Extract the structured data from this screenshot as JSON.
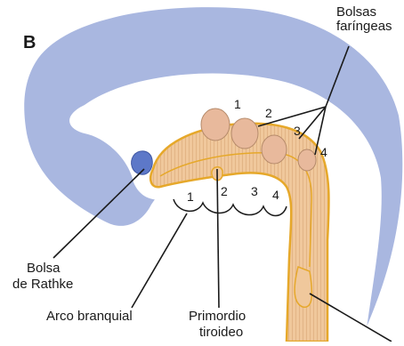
{
  "diagram": {
    "panel_letter": "B",
    "labels": {
      "pharyngeal_pouches_line1": "Bolsas",
      "pharyngeal_pouches_line2": "faríngeas",
      "rathke_line1": "Bolsa",
      "rathke_line2": "de Rathke",
      "branchial_arch": "Arco branquial",
      "thyroid_line1": "Primordio",
      "thyroid_line2": "tiroideo"
    },
    "pouch_numbers": [
      "1",
      "2",
      "3",
      "4"
    ],
    "arch_numbers": [
      "1",
      "2",
      "3",
      "4"
    ]
  },
  "colors": {
    "embryo_body": "#a9b7e0",
    "embryo_light": "#e8ecf7",
    "cavity": "#ffffff",
    "gut_fill": "#f0c89c",
    "gut_outline": "#e6a82a",
    "pouch": "#e8b99c",
    "rathke": "#5d78c8",
    "line": "#1a1a1a"
  }
}
